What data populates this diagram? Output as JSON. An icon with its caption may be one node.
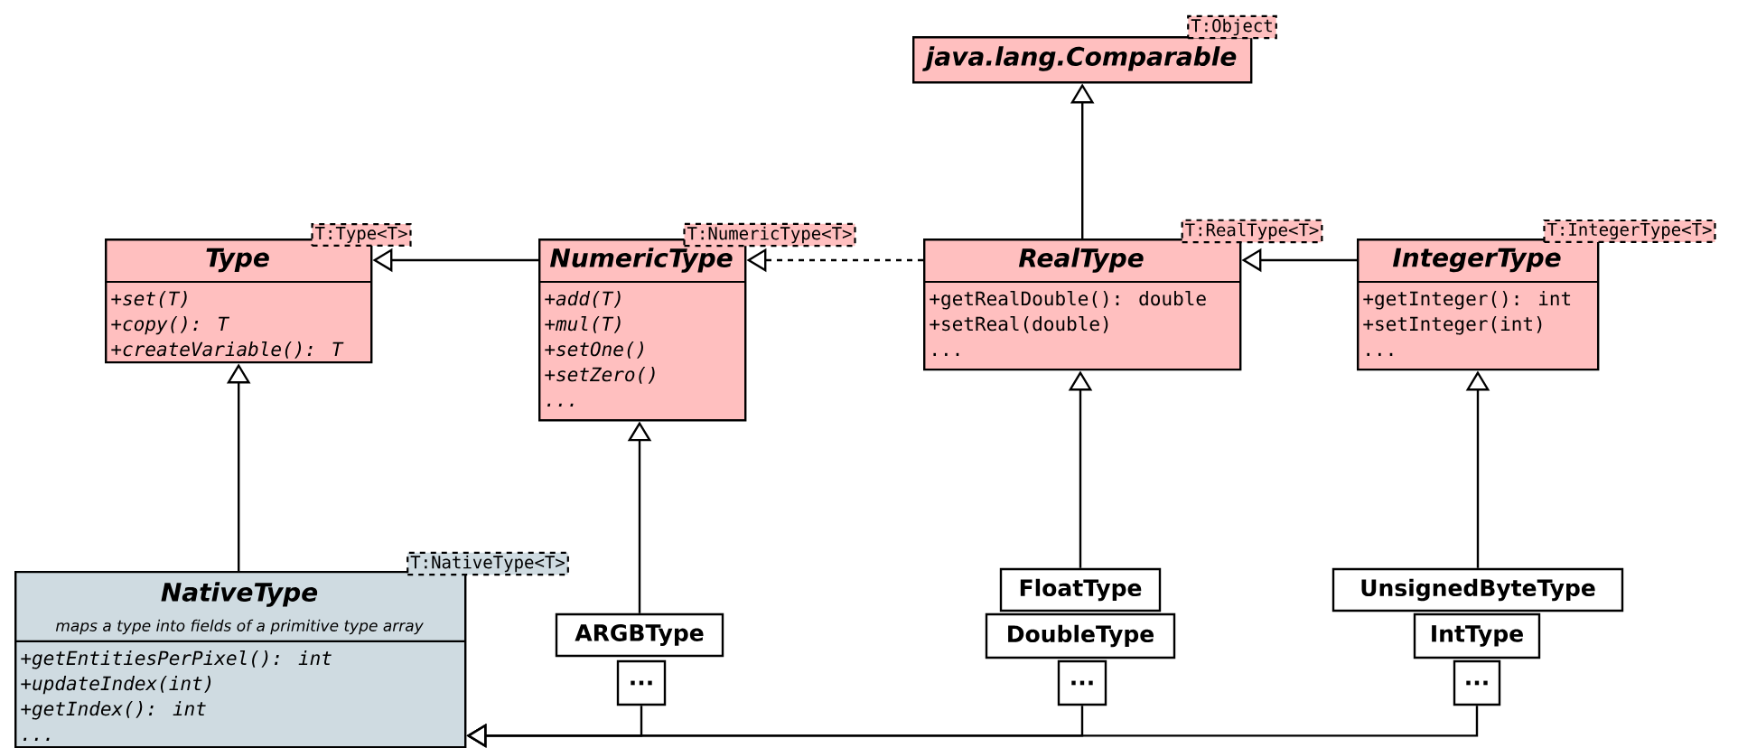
{
  "diagram": {
    "nodes": [
      {
        "text": [
          "java.lang.Comparable"
        ],
        "beside": [
          "T:Object"
        ]
      },
      {
        "text": [
          "Type",
          "+set(T)",
          "+copy(): T",
          "+createVariable(): T"
        ],
        "beside": [
          "T:Type<T>"
        ]
      },
      {
        "text": [
          "NumericType",
          "+add(T)",
          "+mul(T)",
          "+setOne()",
          "+setZero()",
          "..."
        ],
        "beside": [
          "T:NumericType<T>"
        ]
      },
      {
        "text": [
          "RealType",
          "+getRealDouble(): double",
          "+setReal(double)",
          "..."
        ],
        "beside": [
          "T:RealType<T>"
        ]
      },
      {
        "text": [
          "IntegerType",
          "+getInteger(): int",
          "+setInteger(int)",
          "..."
        ],
        "beside": [
          "T:IntegerType<T>"
        ]
      },
      {
        "text": [
          "NativeType",
          "maps a type into fields of a primitive type array",
          "+getEntitiesPerPixel(): int",
          "+updateIndex(int)",
          "+getIndex(): int",
          "..."
        ],
        "beside": [
          "T:NativeType<T>"
        ]
      },
      {
        "text": [
          "ARGBType"
        ]
      },
      {
        "text": [
          "..."
        ]
      },
      {
        "text": [
          "FloatType"
        ]
      },
      {
        "text": [
          "DoubleType"
        ]
      },
      {
        "text": [
          "..."
        ]
      },
      {
        "text": [
          "UnsignedByteType"
        ]
      },
      {
        "text": [
          "IntType"
        ]
      },
      {
        "text": [
          "..."
        ]
      }
    ],
    "edges": [
      {
        "from": 2,
        "to": 1,
        "arrow": "to"
      },
      {
        "from": 3,
        "to": 2,
        "arrow": "to",
        "style": "dashed"
      },
      {
        "from": 4,
        "to": 3,
        "arrow": "to"
      },
      {
        "from": 3,
        "to": 0,
        "arrow": "to"
      },
      {
        "from": 5,
        "to": 1,
        "arrow": "to"
      },
      {
        "from": 6,
        "to": 2,
        "arrow": "to"
      },
      {
        "from": 8,
        "to": 3,
        "arrow": "to"
      },
      {
        "from": 11,
        "to": 4,
        "arrow": "to"
      },
      {
        "from": 7,
        "to": 5,
        "arrow": "to"
      },
      {
        "from": 10,
        "to": 5,
        "arrow": "to"
      },
      {
        "from": 13,
        "to": 5,
        "arrow": "to"
      }
    ]
  }
}
